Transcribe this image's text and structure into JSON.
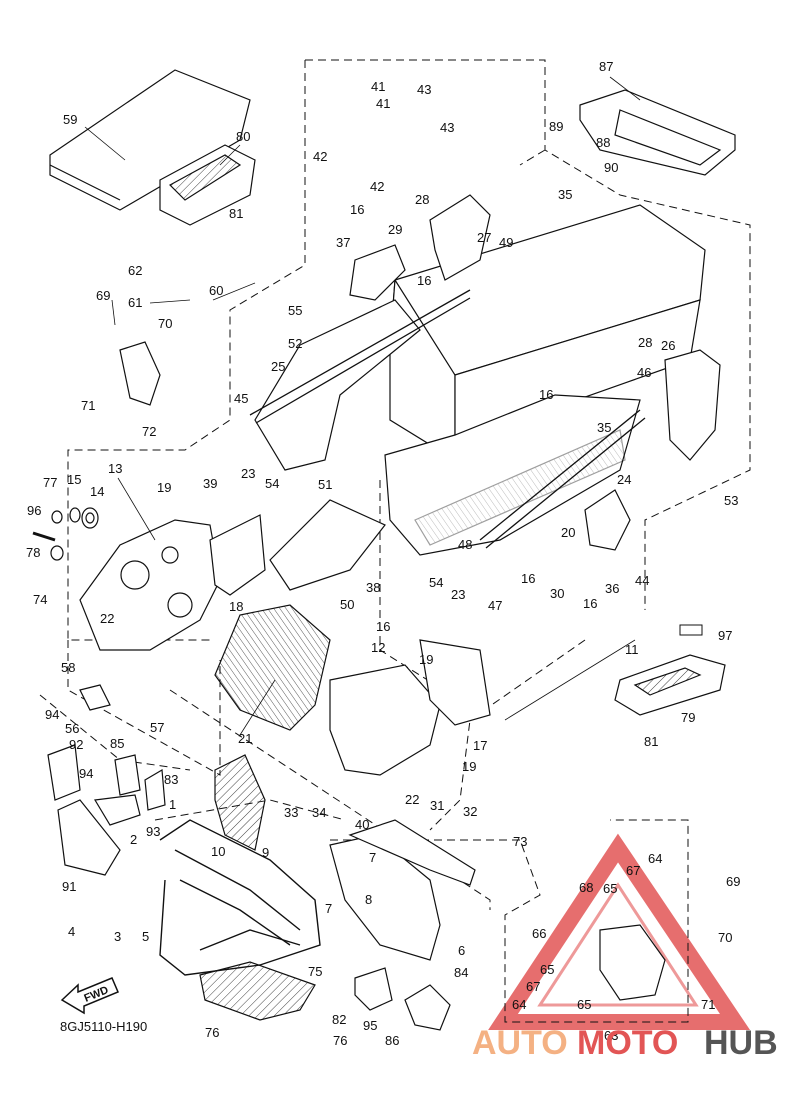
{
  "diagram_code": "8GJ5110-H190",
  "fwd_label": "FWD",
  "watermark": {
    "part1": "AUTO",
    "part2": "MOTO",
    "part3": "HUB"
  },
  "colors": {
    "line": "#111111",
    "watermark_red": "#e25555",
    "watermark_orange": "#f4b183",
    "watermark_gray": "#555555"
  },
  "callouts": [
    {
      "id": "c41a",
      "text": "41"
    },
    {
      "id": "c43a",
      "text": "43"
    },
    {
      "id": "c41b",
      "text": "41"
    },
    {
      "id": "c43b",
      "text": "43"
    },
    {
      "id": "c42a",
      "text": "42"
    },
    {
      "id": "c42b",
      "text": "42"
    },
    {
      "id": "c87",
      "text": "87"
    },
    {
      "id": "c89",
      "text": "89"
    },
    {
      "id": "c88",
      "text": "88"
    },
    {
      "id": "c90",
      "text": "90"
    },
    {
      "id": "c59",
      "text": "59"
    },
    {
      "id": "c80",
      "text": "80"
    },
    {
      "id": "c81a",
      "text": "81"
    },
    {
      "id": "c28a",
      "text": "28"
    },
    {
      "id": "c16a",
      "text": "16"
    },
    {
      "id": "c29",
      "text": "29"
    },
    {
      "id": "c27",
      "text": "27"
    },
    {
      "id": "c49",
      "text": "49"
    },
    {
      "id": "c35a",
      "text": "35"
    },
    {
      "id": "c37",
      "text": "37"
    },
    {
      "id": "c16b",
      "text": "16"
    },
    {
      "id": "c62",
      "text": "62"
    },
    {
      "id": "c60",
      "text": "60"
    },
    {
      "id": "c69a",
      "text": "69"
    },
    {
      "id": "c61",
      "text": "61"
    },
    {
      "id": "c55",
      "text": "55"
    },
    {
      "id": "c70a",
      "text": "70"
    },
    {
      "id": "c52",
      "text": "52"
    },
    {
      "id": "c25",
      "text": "25"
    },
    {
      "id": "c71a",
      "text": "71"
    },
    {
      "id": "c72",
      "text": "72"
    },
    {
      "id": "c45",
      "text": "45"
    },
    {
      "id": "c28b",
      "text": "28"
    },
    {
      "id": "c26",
      "text": "26"
    },
    {
      "id": "c46",
      "text": "46"
    },
    {
      "id": "c16c",
      "text": "16"
    },
    {
      "id": "c35b",
      "text": "35"
    },
    {
      "id": "c53",
      "text": "53"
    },
    {
      "id": "c24",
      "text": "24"
    },
    {
      "id": "c13",
      "text": "13"
    },
    {
      "id": "c77",
      "text": "77"
    },
    {
      "id": "c15",
      "text": "15"
    },
    {
      "id": "c14",
      "text": "14"
    },
    {
      "id": "c19a",
      "text": "19"
    },
    {
      "id": "c39",
      "text": "39"
    },
    {
      "id": "c23a",
      "text": "23"
    },
    {
      "id": "c54a",
      "text": "54"
    },
    {
      "id": "c51",
      "text": "51"
    },
    {
      "id": "c96",
      "text": "96"
    },
    {
      "id": "c20",
      "text": "20"
    },
    {
      "id": "c78",
      "text": "78"
    },
    {
      "id": "c48",
      "text": "48"
    },
    {
      "id": "c74",
      "text": "74"
    },
    {
      "id": "c22a",
      "text": "22"
    },
    {
      "id": "c18",
      "text": "18"
    },
    {
      "id": "c50",
      "text": "50"
    },
    {
      "id": "c54b",
      "text": "54"
    },
    {
      "id": "c23b",
      "text": "23"
    },
    {
      "id": "c47",
      "text": "47"
    },
    {
      "id": "c16d",
      "text": "16"
    },
    {
      "id": "c30",
      "text": "30"
    },
    {
      "id": "c16e",
      "text": "16"
    },
    {
      "id": "c36",
      "text": "36"
    },
    {
      "id": "c44",
      "text": "44"
    },
    {
      "id": "c38",
      "text": "38"
    },
    {
      "id": "c16f",
      "text": "16"
    },
    {
      "id": "c97",
      "text": "97"
    },
    {
      "id": "c11",
      "text": "11"
    },
    {
      "id": "c12",
      "text": "12"
    },
    {
      "id": "c19b",
      "text": "19"
    },
    {
      "id": "c58",
      "text": "58"
    },
    {
      "id": "c79",
      "text": "79"
    },
    {
      "id": "c94a",
      "text": "94"
    },
    {
      "id": "c56",
      "text": "56"
    },
    {
      "id": "c57",
      "text": "57"
    },
    {
      "id": "c21",
      "text": "21"
    },
    {
      "id": "c17",
      "text": "17"
    },
    {
      "id": "c81b",
      "text": "81"
    },
    {
      "id": "c92",
      "text": "92"
    },
    {
      "id": "c85",
      "text": "85"
    },
    {
      "id": "c19c",
      "text": "19"
    },
    {
      "id": "c94b",
      "text": "94"
    },
    {
      "id": "c83",
      "text": "83"
    },
    {
      "id": "c1",
      "text": "1"
    },
    {
      "id": "c33",
      "text": "33"
    },
    {
      "id": "c34",
      "text": "34"
    },
    {
      "id": "c22b",
      "text": "22"
    },
    {
      "id": "c31",
      "text": "31"
    },
    {
      "id": "c32",
      "text": "32"
    },
    {
      "id": "c93",
      "text": "93"
    },
    {
      "id": "c2",
      "text": "2"
    },
    {
      "id": "c10",
      "text": "10"
    },
    {
      "id": "c9",
      "text": "9"
    },
    {
      "id": "c40",
      "text": "40"
    },
    {
      "id": "c73",
      "text": "73"
    },
    {
      "id": "c91",
      "text": "91"
    },
    {
      "id": "c7a",
      "text": "7"
    },
    {
      "id": "c64a",
      "text": "64"
    },
    {
      "id": "c67a",
      "text": "67"
    },
    {
      "id": "c69b",
      "text": "69"
    },
    {
      "id": "c68",
      "text": "68"
    },
    {
      "id": "c65a",
      "text": "65"
    },
    {
      "id": "c8",
      "text": "8"
    },
    {
      "id": "c4",
      "text": "4"
    },
    {
      "id": "c3",
      "text": "3"
    },
    {
      "id": "c5",
      "text": "5"
    },
    {
      "id": "c7b",
      "text": "7"
    },
    {
      "id": "c66",
      "text": "66"
    },
    {
      "id": "c70b",
      "text": "70"
    },
    {
      "id": "c6",
      "text": "6"
    },
    {
      "id": "c65b",
      "text": "65"
    },
    {
      "id": "c75",
      "text": "75"
    },
    {
      "id": "c84",
      "text": "84"
    },
    {
      "id": "c67b",
      "text": "67"
    },
    {
      "id": "c82",
      "text": "82"
    },
    {
      "id": "c64b",
      "text": "64"
    },
    {
      "id": "c65c",
      "text": "65"
    },
    {
      "id": "c71b",
      "text": "71"
    },
    {
      "id": "c95",
      "text": "95"
    },
    {
      "id": "c63",
      "text": "63"
    },
    {
      "id": "c76a",
      "text": "76"
    },
    {
      "id": "c76b",
      "text": "76"
    },
    {
      "id": "c86",
      "text": "86"
    }
  ]
}
